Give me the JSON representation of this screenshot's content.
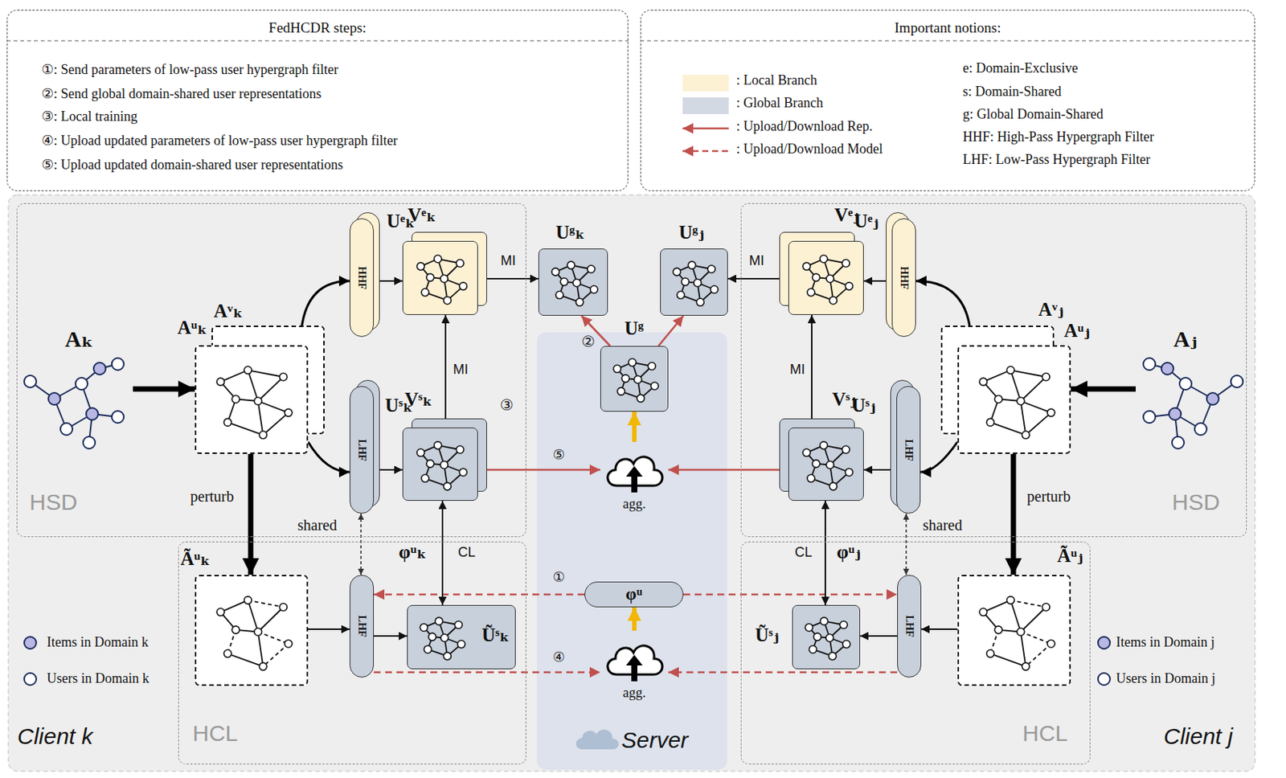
{
  "diagram": {
    "nodes": [
      {
        "text": [
          "FedHCDR steps:",
          "①: Send parameters of low-pass user hypergraph filter",
          "②: Send global domain-shared user representations",
          "③: Local training",
          "④: Upload updated parameters of low-pass user hypergraph filter",
          "⑤: Upload updated domain-shared user representations"
        ]
      },
      {
        "text": [
          "Important notions:",
          "e: Domain-Exclusive",
          "s: Domain-Shared",
          "g: Global Domain-Shared",
          "HHF: High-Pass Hypergraph Filter",
          "LHF: Low-Pass Hypergraph Filter"
        ]
      },
      {
        "text": [
          "Client k"
        ]
      },
      {
        "text": [
          "HSD"
        ],
        "in": 2
      },
      {
        "text": [
          "HCL"
        ],
        "in": 2
      },
      {
        "text": [
          "Server"
        ]
      },
      {
        "text": [
          "Client j"
        ]
      },
      {
        "text": [
          "HSD"
        ],
        "in": 6
      },
      {
        "text": [
          "HCL"
        ],
        "in": 6
      },
      {
        "text": [
          "Aₖ"
        ],
        "in": 3
      },
      {
        "text": [
          "Aᵘₖ",
          "Aᵛₖ"
        ],
        "in": 3
      },
      {
        "text": [
          "HHF"
        ],
        "in": 3
      },
      {
        "text": [
          "Uᵉₖ",
          "Vᵉₖ"
        ],
        "in": 3
      },
      {
        "text": [
          "LHF"
        ],
        "in": 3
      },
      {
        "text": [
          "Uˢₖ",
          "Vˢₖ"
        ],
        "in": 3
      },
      {
        "text": [
          "Ãᵘₖ"
        ],
        "in": 4
      },
      {
        "text": [
          "LHF"
        ],
        "in": 4
      },
      {
        "text": [
          "Ũˢₖ"
        ],
        "in": 4
      },
      {
        "text": [
          "Uᵍₖ"
        ]
      },
      {
        "text": [
          "Uᵍⱼ"
        ]
      },
      {
        "text": [
          "Uᵍ"
        ],
        "in": 5
      },
      {
        "text": [
          "agg."
        ],
        "in": 5
      },
      {
        "text": [
          "φᵘ"
        ],
        "in": 5
      },
      {
        "text": [
          "agg."
        ],
        "in": 5
      },
      {
        "text": [
          "Aⱼ"
        ],
        "in": 7
      },
      {
        "text": [
          "Aᵛⱼ",
          "Aᵘⱼ"
        ],
        "in": 7
      },
      {
        "text": [
          "HHF"
        ],
        "in": 7
      },
      {
        "text": [
          "Vᵉⱼ",
          "Uᵉⱼ"
        ],
        "in": 7
      },
      {
        "text": [
          "LHF"
        ],
        "in": 7
      },
      {
        "text": [
          "Vˢⱼ",
          "Uˢⱼ"
        ],
        "in": 7
      },
      {
        "text": [
          "Ãᵘⱼ"
        ],
        "in": 8
      },
      {
        "text": [
          "LHF"
        ],
        "in": 8
      },
      {
        "text": [
          "Ũˢⱼ"
        ],
        "in": 8
      }
    ],
    "edges": [
      {
        "from": 9,
        "to": 10,
        "arrow": "to"
      },
      {
        "from": 10,
        "to": 11,
        "arrow": "to"
      },
      {
        "from": 10,
        "to": 13,
        "arrow": "to"
      },
      {
        "from": 11,
        "to": 12,
        "arrow": "to"
      },
      {
        "from": 13,
        "to": 14,
        "arrow": "to"
      },
      {
        "from": 12,
        "to": 14,
        "arrow": "both",
        "label": "MI"
      },
      {
        "from": 12,
        "to": 18,
        "arrow": "both",
        "label": "MI"
      },
      {
        "from": 14,
        "to": 21,
        "arrow": "to",
        "label": "⑤"
      },
      {
        "from": 21,
        "to": 20,
        "arrow": "to"
      },
      {
        "from": 20,
        "to": 18,
        "arrow": "to"
      },
      {
        "from": 20,
        "to": 19,
        "arrow": "to"
      },
      {
        "from": 22,
        "to": 16,
        "arrow": "to",
        "label": "①"
      },
      {
        "from": 22,
        "to": 31,
        "arrow": "to"
      },
      {
        "from": 16,
        "to": 23,
        "arrow": "to",
        "label": "④"
      },
      {
        "from": 31,
        "to": 23,
        "arrow": "to"
      },
      {
        "from": 23,
        "to": 22,
        "arrow": "to"
      },
      {
        "from": 10,
        "to": 15,
        "arrow": "to"
      },
      {
        "from": 13,
        "to": 16,
        "arrow": "both"
      },
      {
        "from": 14,
        "to": 17,
        "arrow": "both",
        "label": "CL"
      },
      {
        "from": 15,
        "to": 16,
        "arrow": "to"
      },
      {
        "from": 16,
        "to": 17,
        "arrow": "to"
      },
      {
        "from": 24,
        "to": 25,
        "arrow": "to"
      },
      {
        "from": 25,
        "to": 26,
        "arrow": "to"
      },
      {
        "from": 25,
        "to": 28,
        "arrow": "to"
      },
      {
        "from": 26,
        "to": 27,
        "arrow": "to"
      },
      {
        "from": 28,
        "to": 29,
        "arrow": "to"
      },
      {
        "from": 27,
        "to": 29,
        "arrow": "both",
        "label": "MI"
      },
      {
        "from": 19,
        "to": 27,
        "arrow": "both",
        "label": "MI"
      },
      {
        "from": 29,
        "to": 21,
        "arrow": "to"
      },
      {
        "from": 25,
        "to": 30,
        "arrow": "to"
      },
      {
        "from": 28,
        "to": 31,
        "arrow": "both"
      },
      {
        "from": 29,
        "to": 32,
        "arrow": "both",
        "label": "CL"
      },
      {
        "from": 30,
        "to": 31,
        "arrow": "to"
      },
      {
        "from": 31,
        "to": 32,
        "arrow": "to"
      }
    ],
    "labels": [
      "②",
      "③",
      "perturb",
      "shared",
      "φᵘₖ",
      "perturb",
      "shared",
      "φᵘⱼ",
      "Items in Domain k",
      "Users in Domain k",
      "Items in Domain j",
      "Users in Domain j"
    ],
    "legend": [
      {
        "text": ": Local Branch",
        "color": "#fdf1d4"
      },
      {
        "text": ": Global Branch",
        "color": "#d3d9e2"
      },
      {
        "text": ": Upload/Download Rep."
      },
      {
        "text": ": Upload/Download Model"
      }
    ]
  }
}
